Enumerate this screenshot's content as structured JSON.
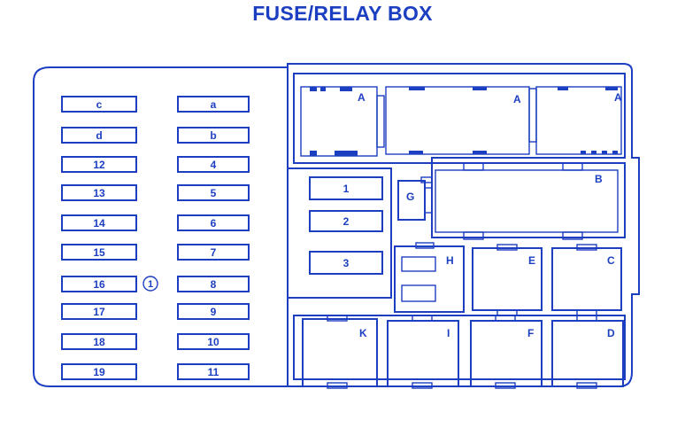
{
  "title": "FUSE/RELAY BOX",
  "colors": {
    "line": "#1c3fc2",
    "background": "#ffffff"
  },
  "callout": "1",
  "fuses_left": [
    "c",
    "d",
    "12",
    "13",
    "14",
    "15",
    "16",
    "17",
    "18",
    "19"
  ],
  "fuses_right": [
    "a",
    "b",
    "4",
    "5",
    "6",
    "7",
    "8",
    "9",
    "10",
    "11"
  ],
  "mid_fuses": [
    "1",
    "2",
    "3"
  ],
  "relay_labels": {
    "A1": "A",
    "A2": "A",
    "A3": "A",
    "B": "B",
    "G": "G",
    "H": "H",
    "E": "E",
    "C": "C",
    "K": "K",
    "I": "I",
    "F": "F",
    "D": "D"
  }
}
